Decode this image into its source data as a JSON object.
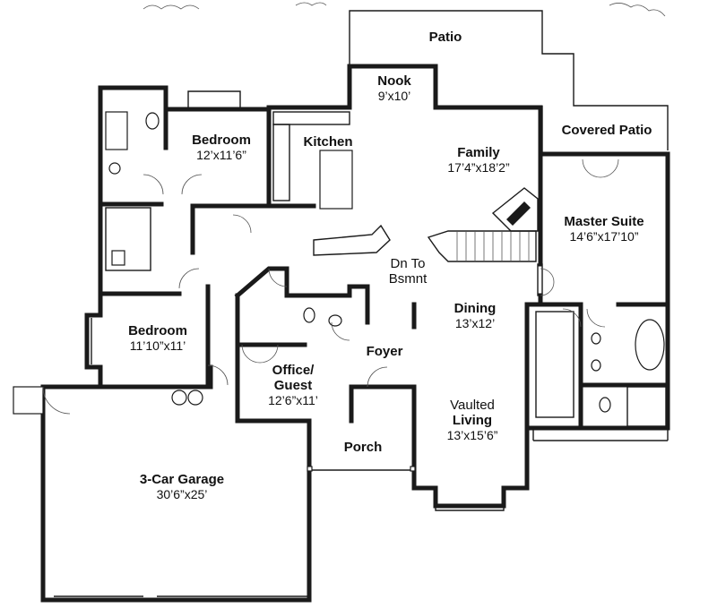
{
  "rooms": {
    "patio": {
      "name": "Patio"
    },
    "nook": {
      "name": "Nook",
      "dim": "9’x10’"
    },
    "covered_patio": {
      "name": "Covered Patio"
    },
    "bedroom_top": {
      "name": "Bedroom",
      "dim": "12’x11’6”"
    },
    "kitchen": {
      "name": "Kitchen"
    },
    "family": {
      "name": "Family",
      "dim": "17’4”x18’2”"
    },
    "master": {
      "name": "Master Suite",
      "dim": "14’6”x17’10”"
    },
    "stairs": {
      "line1": "Dn To",
      "line2": "Bsmnt"
    },
    "dining": {
      "name": "Dining",
      "dim": "13’x12’"
    },
    "bedroom_left": {
      "name": "Bedroom",
      "dim": "11’10”x11’"
    },
    "foyer": {
      "name": "Foyer"
    },
    "office": {
      "line1": "Office/",
      "line2": "Guest",
      "dim": "12’6”x11’"
    },
    "living": {
      "line1": "Vaulted",
      "line2": "Living",
      "dim": "13’x15’6”"
    },
    "porch": {
      "name": "Porch"
    },
    "garage": {
      "name": "3-Car Garage",
      "dim": "30’6”x25’"
    }
  }
}
